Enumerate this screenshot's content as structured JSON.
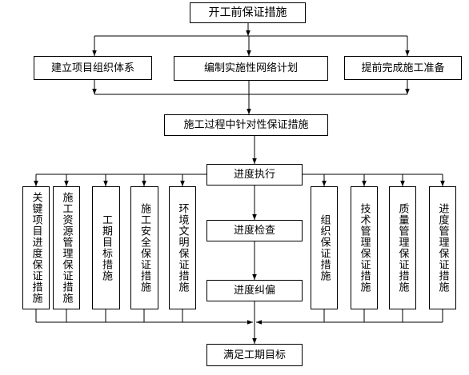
{
  "nodes": {
    "top": "开工前保证措施",
    "org": "建立项目组织体系",
    "plan": "编制实施性网络计划",
    "prep": "提前完成施工准备",
    "process": "施工过程中针对性保证措施",
    "execute": "进度执行",
    "check": "进度检查",
    "correct": "进度纠偏",
    "goal": "满足工期目标"
  },
  "left_measures": [
    "关键项目进度保证措施",
    "施工资源管理保证措施",
    "工期目标措施",
    "施工安全保证措施",
    "环境文明保证措施"
  ],
  "right_measures": [
    "组织保证措施",
    "技术管理保证措施",
    "质量管理保证措施",
    "进度管理保证措施"
  ],
  "colors": {
    "line": "#000000",
    "background": "#ffffff",
    "text": "#000000"
  }
}
